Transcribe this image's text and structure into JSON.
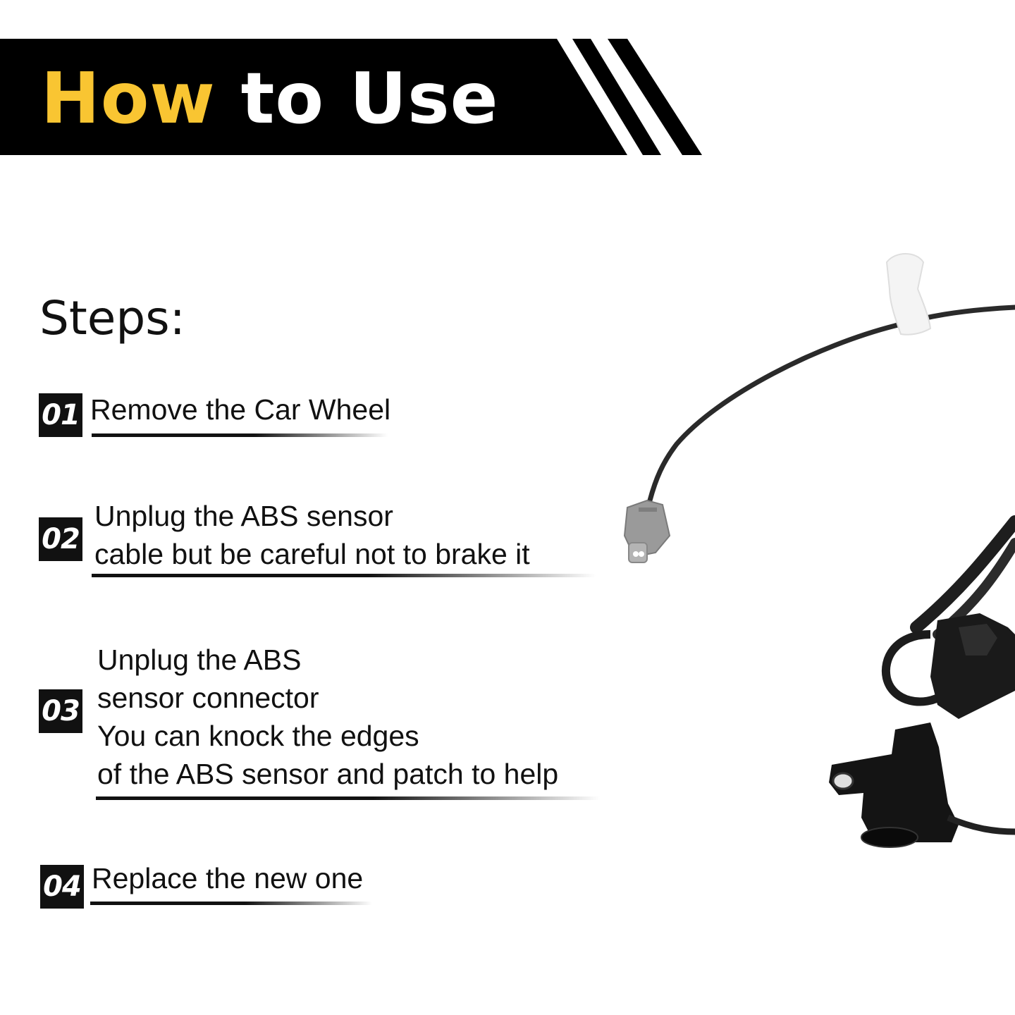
{
  "header": {
    "title_accent": "How",
    "title_rest": " to Use"
  },
  "steps_heading": "Steps:",
  "steps": [
    {
      "number": "01",
      "lines": [
        "Remove the Car Wheel"
      ]
    },
    {
      "number": "02",
      "lines": [
        "Unplug the ABS sensor",
        "cable but be careful not to brake it"
      ]
    },
    {
      "number": "03",
      "lines": [
        "Unplug the ABS",
        "sensor connector",
        "You can knock the edges",
        "of the ABS sensor and patch to help"
      ]
    },
    {
      "number": "04",
      "lines": [
        "Replace the new one"
      ]
    }
  ],
  "colors": {
    "banner": "#000000",
    "accent": "#f9c532",
    "text": "#111111"
  }
}
